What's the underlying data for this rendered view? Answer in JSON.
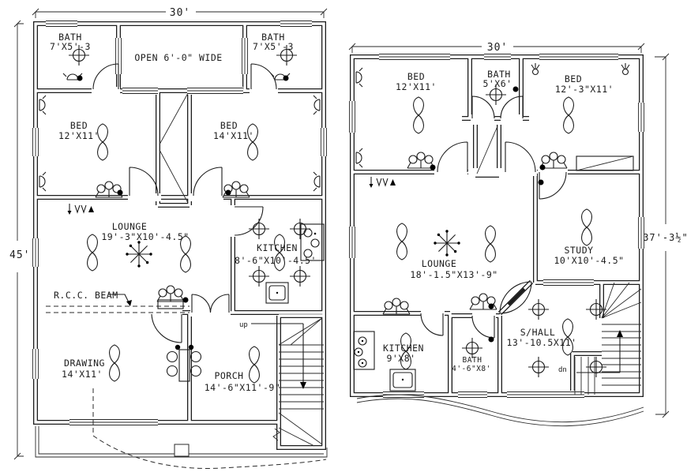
{
  "drawing": {
    "line_color": "#1c1c1c",
    "background": "#ffffff"
  },
  "ground_floor": {
    "dim_top": "30'",
    "dim_left": "45'",
    "bath_left_name": "BATH",
    "bath_left_size": "7'X5'-3",
    "open_label": "OPEN  6'-0\" WIDE",
    "bath_right_name": "BATH",
    "bath_right_size": "7'X5'-3",
    "bed_left_name": "BED",
    "bed_left_size": "12'X11'",
    "bed_right_name": "BED",
    "bed_right_size": "14'X11'",
    "lounge_name": "LOUNGE",
    "lounge_size": "19'-3\"X10'-4.5\"",
    "kitchen_name": "KITCHEN",
    "kitchen_size": "8'-6\"X10'-4.5'",
    "rcc_beam_label": "R.C.C. BEAM",
    "drawing_name": "DRAWING",
    "drawing_size": "14'X11'",
    "porch_name": "PORCH",
    "porch_size": "14'-6\"X11'-9\"",
    "up_label": "up"
  },
  "first_floor": {
    "dim_top": "30'",
    "dim_right": "37'-3½\"",
    "bed_left_name": "BED",
    "bed_left_size": "12'X11'",
    "bath_top_name": "BATH",
    "bath_top_size": "5'X6'",
    "bed_right_name": "BED",
    "bed_right_size": "12'-3\"X11'",
    "lounge_name": "LOUNGE",
    "lounge_size": "18'-1.5\"X13'-9\"",
    "study_name": "STUDY",
    "study_size": "10'X10'-4.5\"",
    "kitchen_name": "KITCHEN",
    "kitchen_size": "9'X8'",
    "bath_bottom_name": "BATH",
    "bath_bottom_size": "4'-6\"X8'",
    "shall_name": "S/HALL",
    "shall_size": "13'-10.5X11'",
    "dn_label": "dn"
  }
}
